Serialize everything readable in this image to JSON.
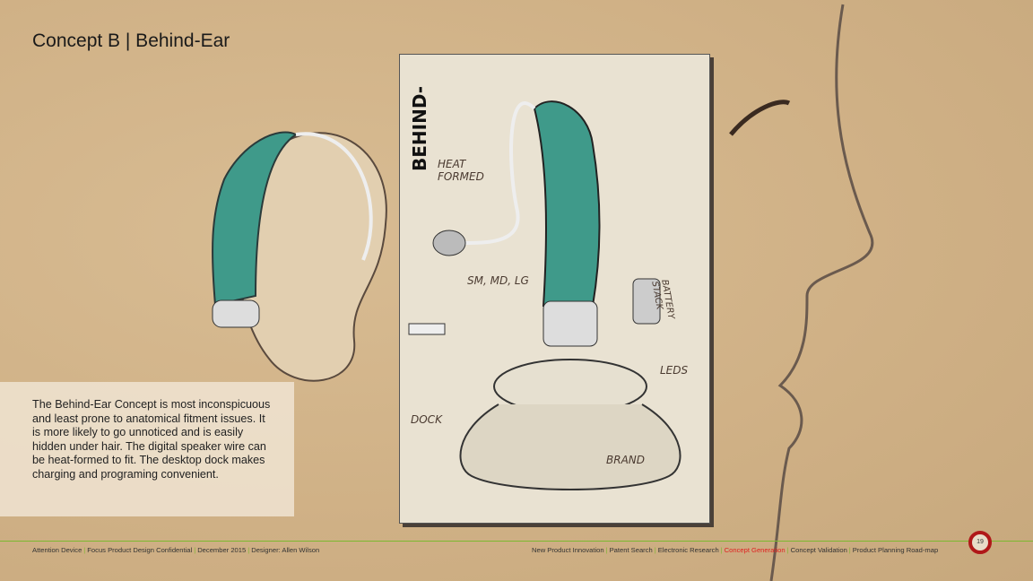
{
  "slide": {
    "title": "Concept B | Behind-Ear",
    "description": "The Behind-Ear Concept is most inconspicuous and least prone to anatomical fitment issues. It is more likely to go unnoticed and is easily hidden under hair. The digital speaker wire can be heat-formed to fit. The desktop dock makes charging and programing convenient.",
    "page_number": "19"
  },
  "sketch_labels": {
    "behind": "BEHIND-",
    "heat_formed": "HEAT FORMED",
    "sizes": "SM, MD, LG",
    "battery": "BATTERY STACK",
    "leds": "LEDS",
    "dock": "DOCK",
    "brand": "BRAND"
  },
  "footer": {
    "left": [
      "Attention Device",
      "Focus Product Design Confidential",
      "December 2015",
      "Designer: Allen Wilson"
    ],
    "nav": [
      "New Product Innovation",
      "Patent Search",
      "Electronic Research",
      "Concept Generation",
      "Concept Validation",
      "Product Planning Road-map"
    ],
    "active_nav": "Concept Generation"
  },
  "colors": {
    "accent_line": "#7cb82f",
    "active": "#e02020",
    "page_badge": "#b01818",
    "device": "#3f9a8a"
  }
}
